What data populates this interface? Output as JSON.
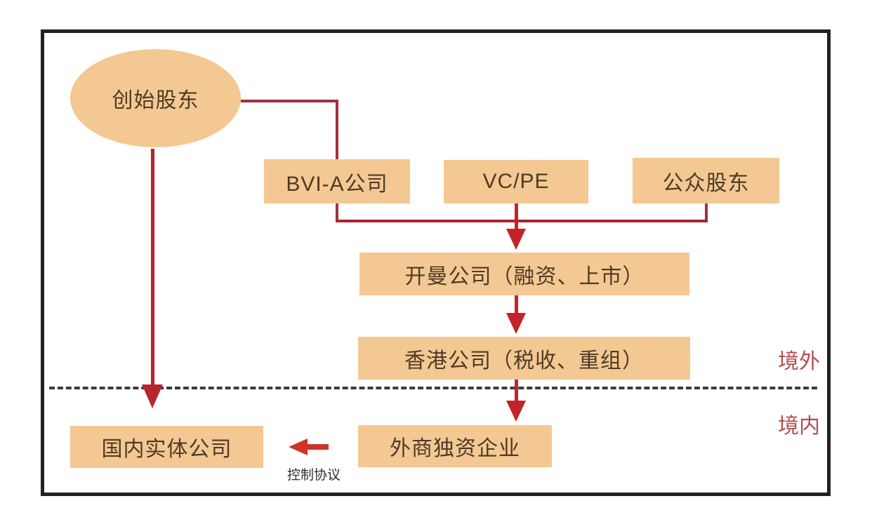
{
  "nodes": {
    "founding_shareholders": "创始股东",
    "bvi_a": "BVI-A公司",
    "vc_pe": "VC/PE",
    "public_shareholders": "公众股东",
    "cayman": "开曼公司（融资、上市）",
    "hongkong": "香港公司（税收、重组）",
    "wfoe": "外商独资企业",
    "domestic_entity": "国内实体公司"
  },
  "labels": {
    "offshore": "境外",
    "onshore": "境内",
    "control_agreement": "控制协议"
  },
  "edges": [
    {
      "from": "founding_shareholders",
      "to": "bvi_a",
      "type": "elbow-line"
    },
    {
      "from": "founding_shareholders",
      "to": "domestic_entity",
      "type": "arrow-down"
    },
    {
      "from": "bvi_a",
      "to": "cayman",
      "type": "merge-arrow-down"
    },
    {
      "from": "vc_pe",
      "to": "cayman",
      "type": "merge-arrow-down"
    },
    {
      "from": "public_shareholders",
      "to": "cayman",
      "type": "merge-arrow-down"
    },
    {
      "from": "cayman",
      "to": "hongkong",
      "type": "arrow-down"
    },
    {
      "from": "hongkong",
      "to": "wfoe",
      "type": "arrow-down"
    },
    {
      "from": "wfoe",
      "to": "domestic_entity",
      "type": "arrow-left",
      "label": "控制协议"
    }
  ],
  "colors": {
    "node_fill": "#f4c892",
    "node_text": "#4d3b27",
    "connector_line": "#9e3140",
    "merge_line": "#a8242f",
    "arrow_red": "#c42328",
    "long_arrow_red": "#b7262c",
    "control_arrow_red": "#d03428",
    "region_label_red": "#b9494e",
    "divider_dash": "#3c3c3c",
    "frame_border": "#222222"
  }
}
